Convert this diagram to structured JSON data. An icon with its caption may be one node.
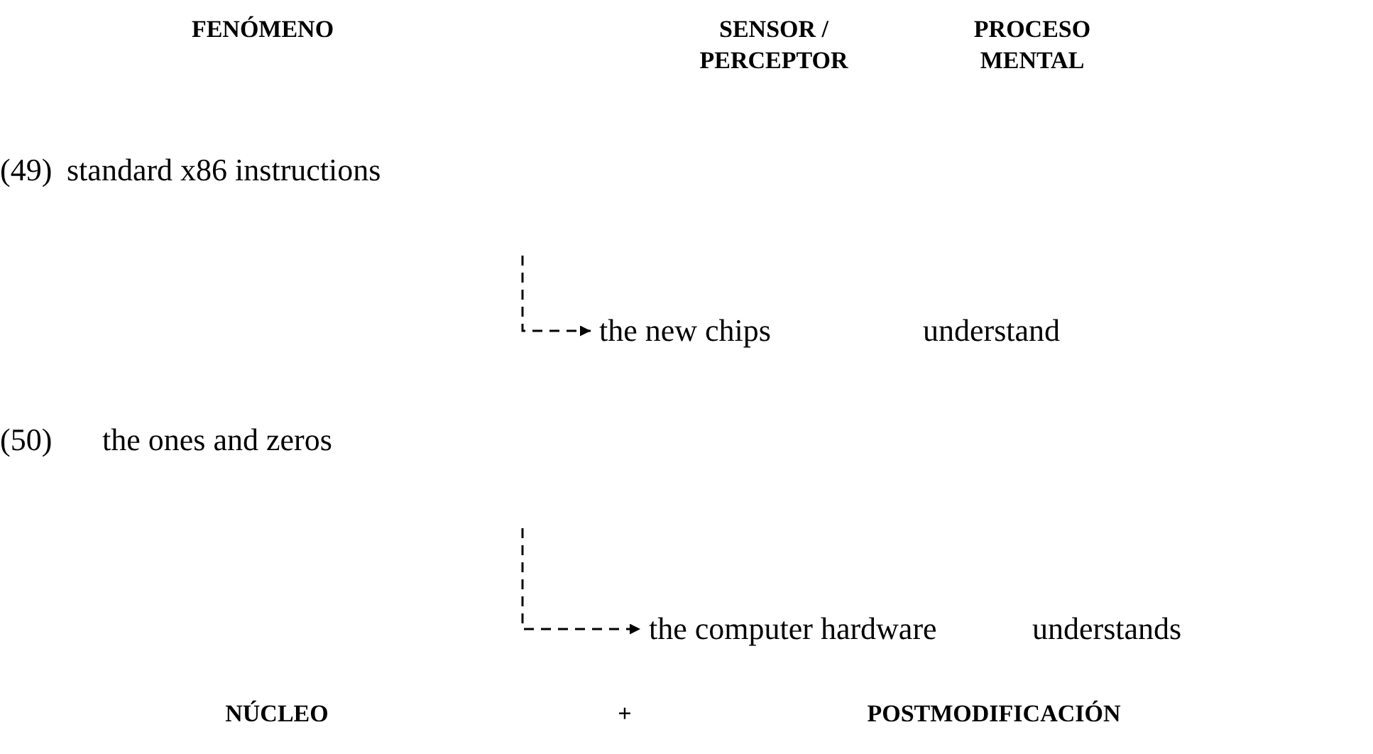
{
  "diagram": {
    "nodes": [
      {
        "text": [
          "the new chips"
        ]
      },
      {
        "text": [
          "the computer hardware"
        ]
      }
    ],
    "edges": [
      {
        "from": null,
        "to": 0,
        "arrow": "to",
        "style": "dashed"
      },
      {
        "from": null,
        "to": 1,
        "arrow": "to",
        "style": "dashed"
      }
    ],
    "labels": [
      "FENÓMENO",
      "SENSOR / PERCEPTOR",
      "PROCESO MENTAL",
      "(49)",
      "standard x86 instructions",
      "understand",
      "(50)",
      "the ones and zeros",
      "understands",
      "NÚCLEO",
      "+",
      "POSTMODIFICACIÓN"
    ]
  }
}
